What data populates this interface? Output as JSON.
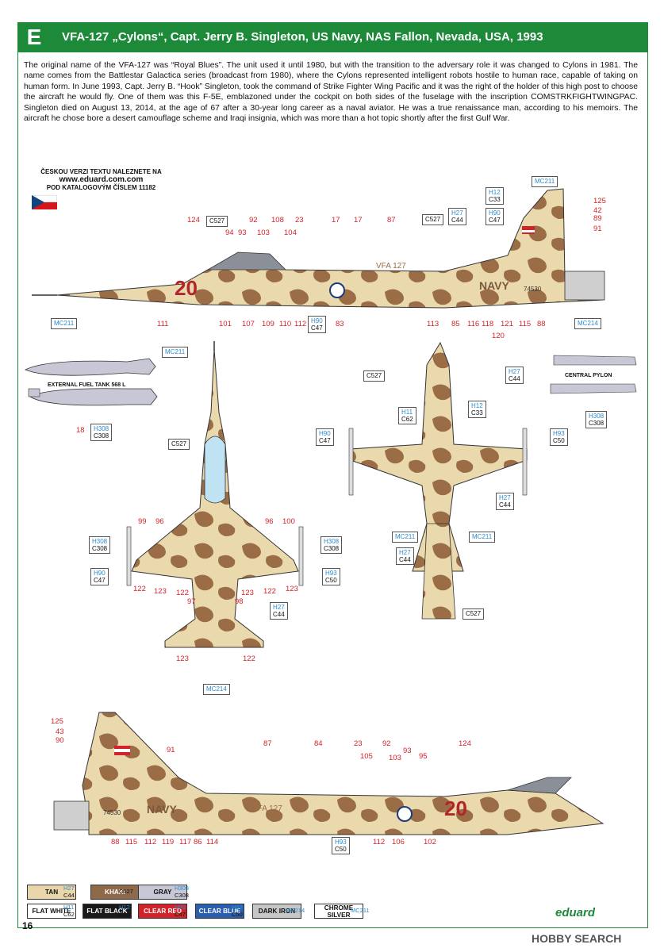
{
  "header": {
    "letter": "E",
    "title": "VFA-127 „Cylons“, Capt. Jerry B. Singleton, US Navy, NAS Fallon, Nevada, USA, 1993"
  },
  "intro_text": "The original name of the VFA-127 was “Royal Blues”. The unit used it until 1980, but with the transition to the adversary role it was changed to Cylons in 1981. The name comes from the Battlestar Galactica series (broadcast from 1980), where the Cylons represented intelligent robots hostile to human race, capable of taking on human form. In June 1993, Capt. Jerry B. “Hook” Singleton, took the command of Strike Fighter Wing Pacific and it was the right of the holder of this high post to choose the aircraft he would fly. One of them was this F-5E, emblazoned under the cockpit on both sides of the fuselage with the inscription COMSTRKFIGHTWINGPAC. Singleton died on August 13, 2014, at the age of 67 after a 30-year long career as a naval aviator. He was a true renaissance man, according to his memoirs. The aircraft he chose bore a desert camouflage scheme and Iraqi insignia, which was more than a hot topic shortly after the first Gulf War.",
  "czech_note": {
    "line1": "ČESKOU VERZI TEXTU NALEZNETE NA",
    "site": "www.eduard.com.com",
    "line3": "POD KATALOGOVÝM ČÍSLEM 11182"
  },
  "aircraft_markings": {
    "modex": "20",
    "unit": "VFA 127",
    "service": "NAVY",
    "serial": "74530"
  },
  "tank_note": "EXTERNAL FUEL TANK 568 L",
  "pylon_note": "CENTRAL PYLON",
  "side_top": {
    "callouts_above": [
      "124",
      "92",
      "108",
      "23",
      "94",
      "93",
      "103",
      "104",
      "17",
      "17",
      "87",
      "125",
      "42",
      "89",
      "91"
    ],
    "callouts_below": [
      "111",
      "101",
      "107",
      "109",
      "110",
      "112",
      "83",
      "113",
      "85",
      "116",
      "118",
      "121",
      "115",
      "88",
      "120"
    ]
  },
  "side_bottom": {
    "callouts_above": [
      "125",
      "43",
      "90",
      "91",
      "87",
      "84",
      "23",
      "105",
      "92",
      "93",
      "103",
      "95",
      "124"
    ],
    "callouts_below": [
      "88",
      "115",
      "112",
      "119",
      "117",
      "86",
      "114",
      "112",
      "106",
      "102"
    ]
  },
  "plan_callouts": [
    "99",
    "96",
    "96",
    "100",
    "122",
    "123",
    "122",
    "97",
    "123",
    "98",
    "122",
    "123",
    "123",
    "122",
    "18"
  ],
  "color_codes": {
    "C527": "C527",
    "C44": "C44",
    "C47": "C47",
    "C33": "C33",
    "C62": "C62",
    "C50": "C50",
    "C308": "C308",
    "H27": "H27",
    "H90": "H90",
    "H12": "H12",
    "H11": "H11",
    "H93": "H93",
    "H308": "H308",
    "MC211": "MC211",
    "MC214": "MC214"
  },
  "legend": [
    {
      "name": "TAN",
      "h": "H27",
      "c": "C44",
      "color": "#e9d7ab",
      "text": "#111"
    },
    {
      "name": "KHAKI",
      "h": "",
      "c": "C527",
      "color": "#8f6a4a",
      "text": "#fff"
    },
    {
      "name": "GRAY",
      "h": "H308",
      "c": "C308",
      "color": "#c8c7d6",
      "text": "#111"
    },
    {
      "name": "FLAT WHITE",
      "h": "H11",
      "c": "C62",
      "color": "#ffffff",
      "text": "#111"
    },
    {
      "name": "FLAT BLACK",
      "h": "H12",
      "c": "C33",
      "color": "#1a1a1a",
      "text": "#fff"
    },
    {
      "name": "CLEAR RED",
      "h": "H90",
      "c": "C47",
      "color": "#d2232a",
      "text": "#fff"
    },
    {
      "name": "CLEAR BLUE",
      "h": "H93",
      "c": "C50",
      "color": "#2a5fb0",
      "text": "#fff"
    },
    {
      "name": "DARK IRON",
      "h": "",
      "c": "MC214",
      "color": "#c6c6c6",
      "text": "#111"
    },
    {
      "name": "CHROME SILVER",
      "h": "",
      "c": "MC211",
      "color": "#ffffff",
      "text": "#111"
    }
  ],
  "page_number": "16",
  "brand": "eduard",
  "watermark": "HOBBY SEARCH",
  "colors": {
    "green": "#1d8a3a",
    "tan": "#ebd9ae",
    "brown": "#9b6d47",
    "red": "#d2232a",
    "blue": "#2a8bd0"
  }
}
